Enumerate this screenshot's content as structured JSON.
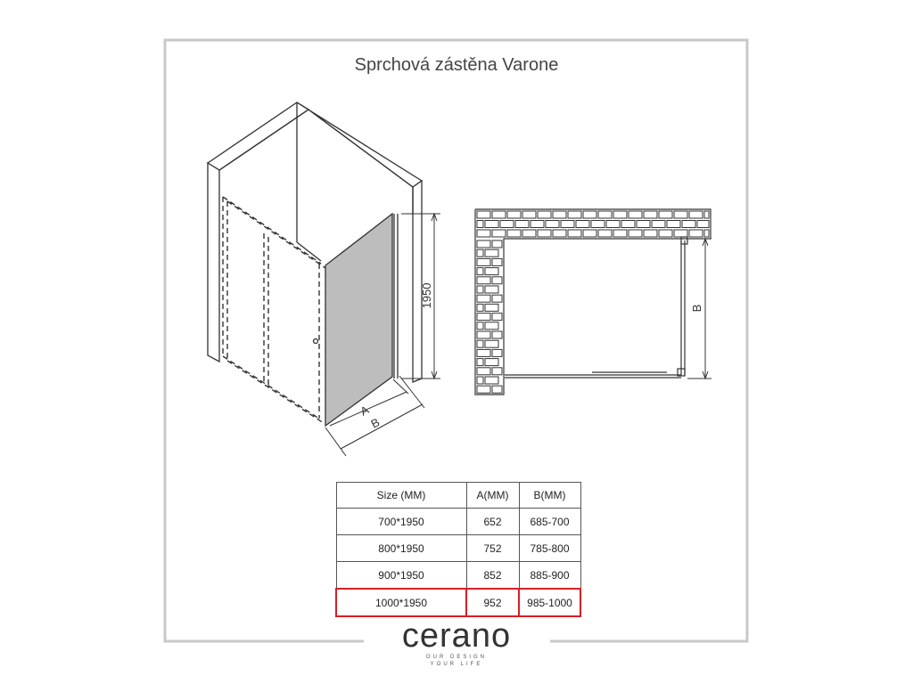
{
  "title": "Sprchová zástěna Varone",
  "diagram_labels": {
    "height_dim": "1950",
    "dim_a": "A",
    "dim_b": "B",
    "plan_dim_b": "B"
  },
  "table": {
    "headers": [
      "Size (MM)",
      "A(MM)",
      "B(MM)"
    ],
    "rows": [
      [
        "700*1950",
        "652",
        "685-700"
      ],
      [
        "800*1950",
        "752",
        "785-800"
      ],
      [
        "900*1950",
        "852",
        "885-900"
      ],
      [
        "1000*1950",
        "952",
        "985-1000"
      ]
    ],
    "highlight_row": 3,
    "highlight_color": "#d61f26"
  },
  "logo": {
    "brand": "cerano",
    "tagline_1": "OUR DESIGN",
    "tagline_2": "YOUR LIFE"
  }
}
